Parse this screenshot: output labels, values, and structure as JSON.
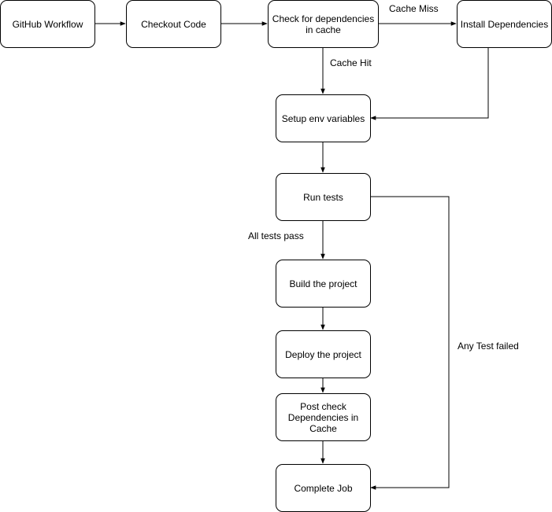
{
  "diagram": {
    "nodes": {
      "github_workflow": "GitHub Workflow",
      "checkout_code": "Checkout Code",
      "check_cache": "Check for dependencies in cache",
      "install_deps": "Install Dependencies",
      "setup_env": "Setup env variables",
      "run_tests": "Run tests",
      "build": "Build the project",
      "deploy": "Deploy the project",
      "post_check": "Post check Dependencies in Cache",
      "complete": "Complete Job"
    },
    "edge_labels": {
      "cache_miss": "Cache Miss",
      "cache_hit": "Cache Hit",
      "all_tests_pass": "All tests pass",
      "any_test_failed": "Any Test failed"
    },
    "colors": {
      "stroke": "#000000",
      "fill": "#ffffff",
      "text": "#000000"
    }
  }
}
